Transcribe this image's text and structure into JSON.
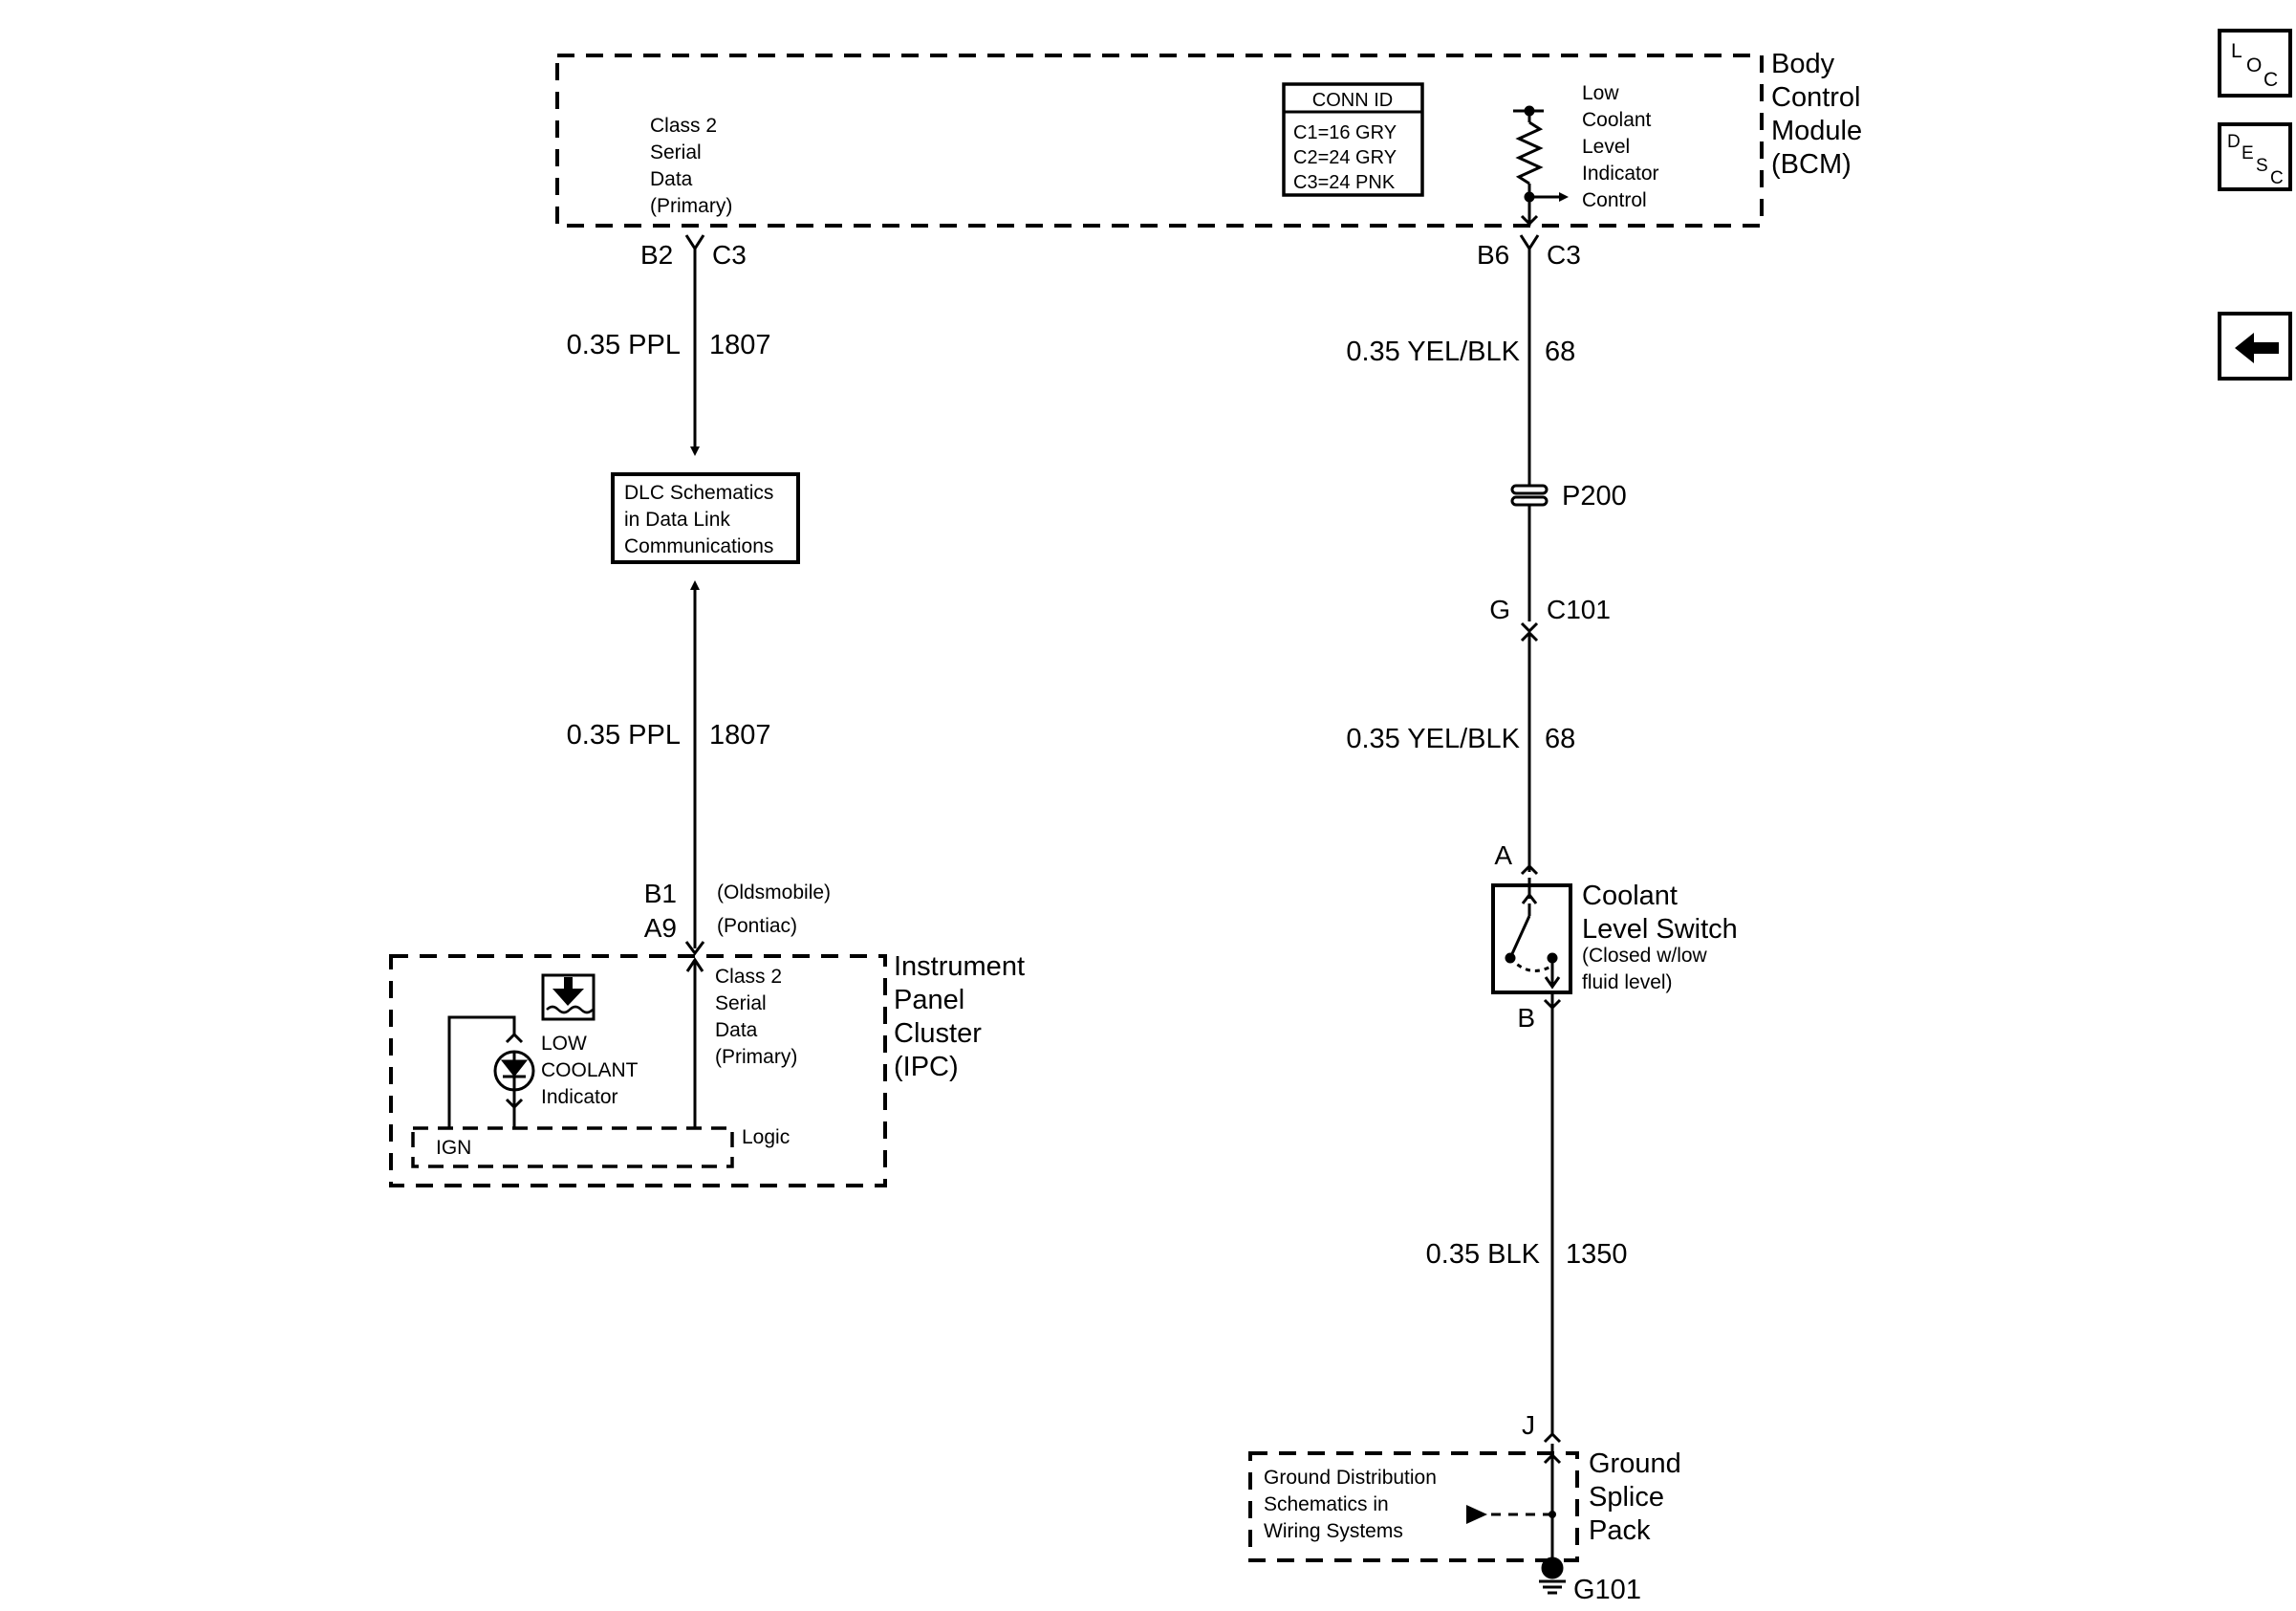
{
  "bcm": {
    "title": [
      "Body",
      "Control",
      "Module",
      "(BCM)"
    ],
    "serial_data": [
      "Class 2",
      "Serial",
      "Data",
      "(Primary)"
    ],
    "conn_id": {
      "header": "CONN ID",
      "rows": [
        "C1=16 GRY",
        "C2=24 GRY",
        "C3=24 PNK"
      ]
    },
    "lcl_control": [
      "Low",
      "Coolant",
      "Level",
      "Indicator",
      "Control"
    ]
  },
  "left_circuit": {
    "bcm_pin": "B2",
    "bcm_connector": "C3",
    "wire_upper": {
      "gauge_color": "0.35 PPL",
      "circuit": "1807"
    },
    "dlc_ref": [
      "DLC Schematics",
      "in Data Link",
      "Communications"
    ],
    "wire_lower": {
      "gauge_color": "0.35 PPL",
      "circuit": "1807"
    },
    "ipc_pins": [
      {
        "pin": "B1",
        "note": "(Oldsmobile)"
      },
      {
        "pin": "A9",
        "note": "(Pontiac)"
      }
    ]
  },
  "ipc": {
    "title": [
      "Instrument",
      "Panel",
      "Cluster",
      "(IPC)"
    ],
    "serial_data": [
      "Class 2",
      "Serial",
      "Data",
      "(Primary)"
    ],
    "indicator": [
      "LOW",
      "COOLANT",
      "Indicator"
    ],
    "ign": "IGN",
    "logic": "Logic"
  },
  "right_circuit": {
    "bcm_pin": "B6",
    "bcm_connector": "C3",
    "wire_upper": {
      "gauge_color": "0.35 YEL/BLK",
      "circuit": "68"
    },
    "passthrough": "P200",
    "inline": {
      "pin": "G",
      "connector": "C101"
    },
    "wire_mid": {
      "gauge_color": "0.35 YEL/BLK",
      "circuit": "68"
    },
    "switch_pin_a": "A",
    "switch_title": [
      "Coolant",
      "Level Switch"
    ],
    "switch_note": [
      "(Closed w/low",
      "fluid level)"
    ],
    "switch_pin_b": "B",
    "wire_lower": {
      "gauge_color": "0.35 BLK",
      "circuit": "1350"
    },
    "splice_pin": "J",
    "ground_ref": [
      "Ground Distribution",
      "Schematics in",
      "Wiring Systems"
    ],
    "splice_title": [
      "Ground",
      "Splice",
      "Pack"
    ],
    "ground": "G101"
  },
  "nav": {
    "loc": [
      "L",
      "O",
      "C"
    ],
    "desc": [
      "D",
      "E",
      "S",
      "C"
    ],
    "back_icon": "left-arrow-icon"
  }
}
